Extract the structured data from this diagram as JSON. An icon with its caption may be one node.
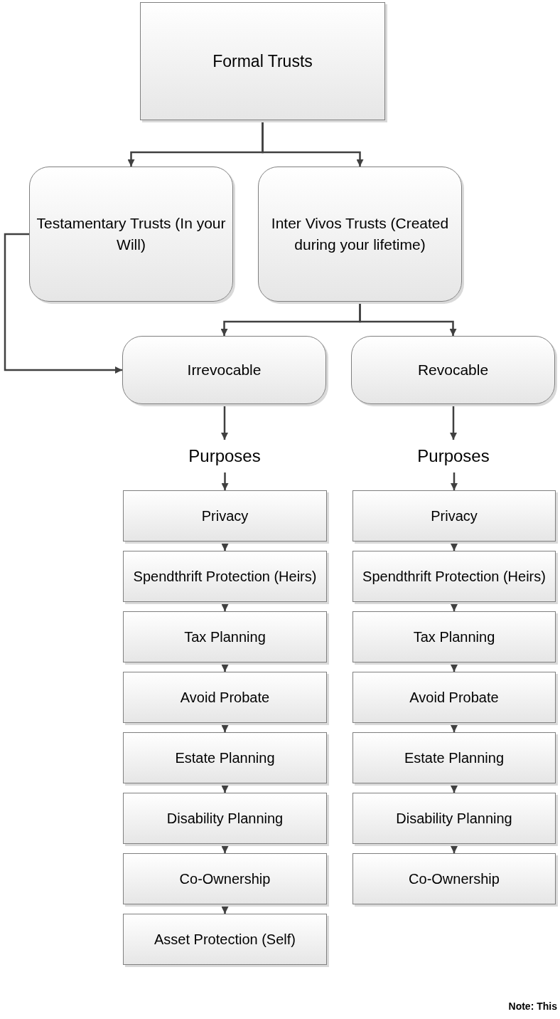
{
  "diagram": {
    "nodes": [
      {
        "text": [
          "Formal Trusts"
        ]
      },
      {
        "text": [
          "Testamentary Trusts (In your Will)"
        ]
      },
      {
        "text": [
          "Inter Vivos Trusts (Created during your lifetime)"
        ]
      },
      {
        "text": [
          "Irrevocable"
        ]
      },
      {
        "text": [
          "Revocable"
        ]
      },
      {
        "text": [
          "Purposes"
        ]
      },
      {
        "text": [
          "Purposes"
        ]
      },
      {
        "text": [
          "Privacy"
        ]
      },
      {
        "text": [
          "Spendthrift Protection (Heirs)"
        ]
      },
      {
        "text": [
          "Tax Planning"
        ]
      },
      {
        "text": [
          "Avoid Probate"
        ]
      },
      {
        "text": [
          "Estate Planning"
        ]
      },
      {
        "text": [
          "Disability Planning"
        ]
      },
      {
        "text": [
          "Co-Ownership"
        ]
      },
      {
        "text": [
          "Asset Protection (Self)"
        ]
      },
      {
        "text": [
          "Privacy"
        ]
      },
      {
        "text": [
          "Spendthrift Protection (Heirs)"
        ]
      },
      {
        "text": [
          "Tax Planning"
        ]
      },
      {
        "text": [
          "Avoid Probate"
        ]
      },
      {
        "text": [
          "Estate Planning"
        ]
      },
      {
        "text": [
          "Disability Planning"
        ]
      },
      {
        "text": [
          "Co-Ownership"
        ]
      }
    ],
    "edges": [
      {
        "from": 0,
        "to": 1,
        "arrow": "to"
      },
      {
        "from": 0,
        "to": 2,
        "arrow": "to"
      },
      {
        "from": 1,
        "to": 3,
        "arrow": "to"
      },
      {
        "from": 2,
        "to": 3,
        "arrow": "to"
      },
      {
        "from": 2,
        "to": 4,
        "arrow": "to"
      },
      {
        "from": 3,
        "to": 5,
        "arrow": "to"
      },
      {
        "from": 4,
        "to": 6,
        "arrow": "to"
      },
      {
        "from": 5,
        "to": 7,
        "arrow": "to"
      },
      {
        "from": 7,
        "to": 8,
        "arrow": "to"
      },
      {
        "from": 8,
        "to": 9,
        "arrow": "to"
      },
      {
        "from": 9,
        "to": 10,
        "arrow": "to"
      },
      {
        "from": 10,
        "to": 11,
        "arrow": "to"
      },
      {
        "from": 11,
        "to": 12,
        "arrow": "to"
      },
      {
        "from": 12,
        "to": 13,
        "arrow": "to"
      },
      {
        "from": 13,
        "to": 14,
        "arrow": "to"
      },
      {
        "from": 6,
        "to": 15,
        "arrow": "to"
      },
      {
        "from": 15,
        "to": 16,
        "arrow": "to"
      },
      {
        "from": 16,
        "to": 17,
        "arrow": "to"
      },
      {
        "from": 17,
        "to": 18,
        "arrow": "to"
      },
      {
        "from": 18,
        "to": 19,
        "arrow": "to"
      },
      {
        "from": 19,
        "to": 20,
        "arrow": "to"
      },
      {
        "from": 20,
        "to": 21,
        "arrow": "to"
      }
    ],
    "labels": [
      "Note: This"
    ]
  }
}
